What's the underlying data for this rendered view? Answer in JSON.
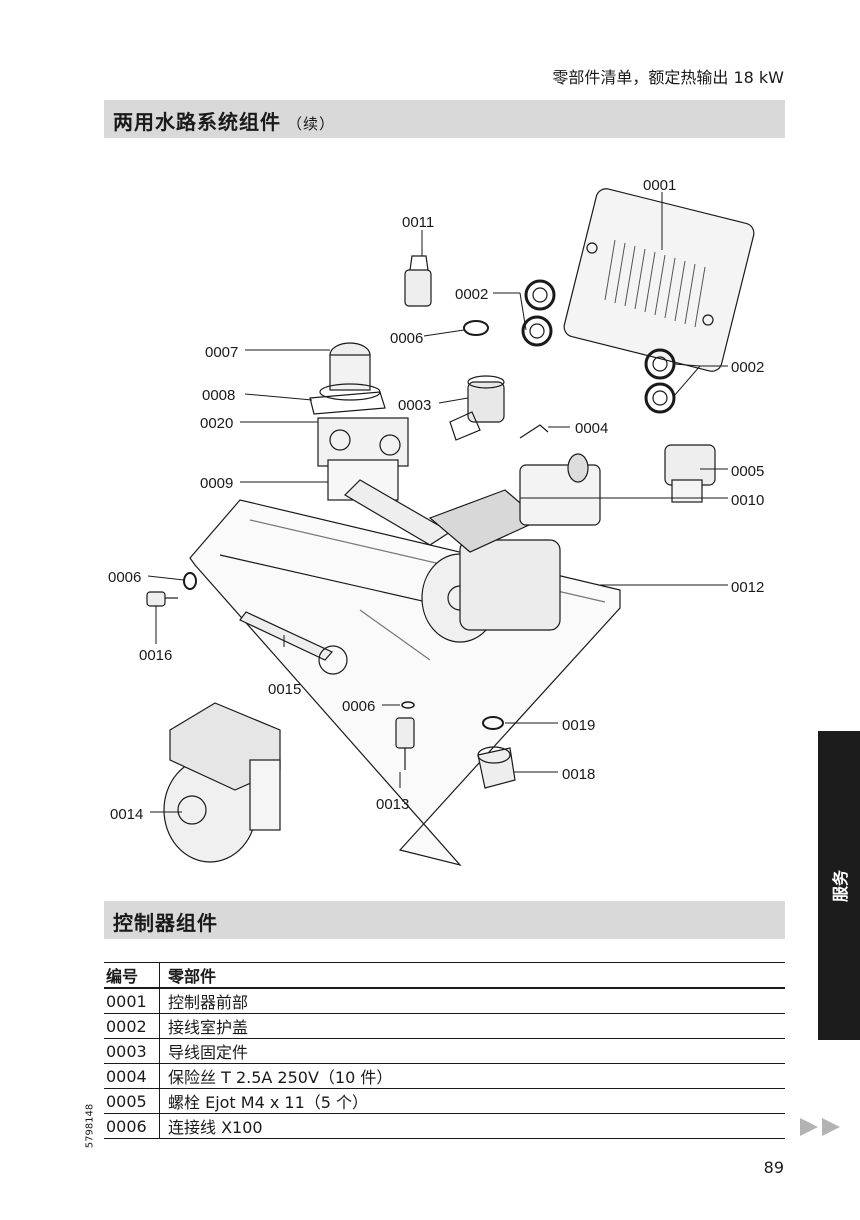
{
  "header": {
    "running_title": "零部件清单，额定热输出 18 kW"
  },
  "section1": {
    "title": "两用水路系统组件",
    "suffix": "（续）"
  },
  "diagram": {
    "callouts": [
      "0001",
      "0011",
      "0002",
      "0006",
      "0002",
      "0007",
      "0008",
      "0003",
      "0020",
      "0004",
      "0005",
      "0009",
      "0010",
      "0006",
      "0012",
      "0016",
      "0015",
      "0006",
      "0019",
      "0018",
      "0013",
      "0014"
    ]
  },
  "section2": {
    "title": "控制器组件"
  },
  "table": {
    "headers": [
      "编号",
      "零部件"
    ],
    "rows": [
      [
        "0001",
        "控制器前部"
      ],
      [
        "0002",
        "接线室护盖"
      ],
      [
        "0003",
        "导线固定件"
      ],
      [
        "0004",
        "保险丝 T 2.5A 250V（10 件）"
      ],
      [
        "0005",
        "螺栓 Ejot M4 x 11（5 个）"
      ],
      [
        "0006",
        "连接线 X100"
      ]
    ]
  },
  "side_tab": {
    "label": "服务",
    "color": "#1c1c1c"
  },
  "footer": {
    "doc_number": "5798148",
    "page_number": "89",
    "next_icon": "double-arrow-right-icon",
    "arrow_color": "#b3b3b3"
  }
}
